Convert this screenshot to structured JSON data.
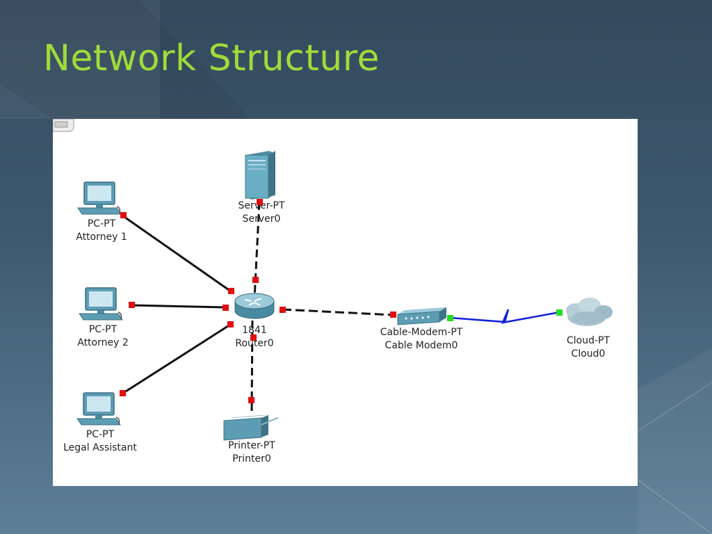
{
  "slide": {
    "title": "Network Structure"
  },
  "diagram": {
    "devices": {
      "server": {
        "type": "Server-PT",
        "name": "Server0"
      },
      "pc1": {
        "type": "PC-PT",
        "name": "Attorney 1"
      },
      "pc2": {
        "type": "PC-PT",
        "name": "Attorney 2"
      },
      "pc3": {
        "type": "PC-PT",
        "name": "Legal Assistant"
      },
      "router": {
        "type": "1841",
        "name": "Router0"
      },
      "printer": {
        "type": "Printer-PT",
        "name": "Printer0"
      },
      "modem": {
        "type": "Cable-Modem-PT",
        "name": "Cable Modem0"
      },
      "cloud": {
        "type": "Cloud-PT",
        "name": "Cloud0"
      }
    },
    "link_colors": {
      "down": "#e01010",
      "up": "#22dd22",
      "copper": "#111111",
      "coax": "#1020dd"
    }
  }
}
